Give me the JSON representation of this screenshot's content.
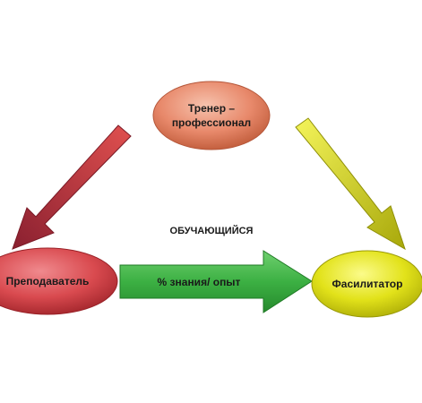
{
  "diagram": {
    "nodes": {
      "trainer": {
        "line1": "Тренер –",
        "line2": "профессионал",
        "color": "#e8896b"
      },
      "teacher": {
        "label": "Преподаватель",
        "color": "#d94a4f"
      },
      "facilitator": {
        "label": "Фасилитатор",
        "color": "#e2e21a"
      }
    },
    "learner_label": "ОБУЧАЮЩИЙСЯ",
    "center_arrow": {
      "label": "% знания/ опыт",
      "color": "#3cb043"
    },
    "left_arrow_color": "#b22a3a",
    "right_arrow_color": "#c8c81a"
  }
}
